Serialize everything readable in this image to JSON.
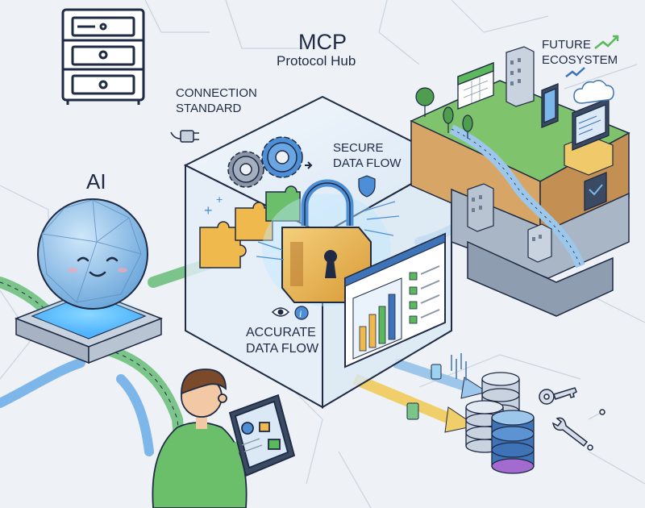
{
  "title": "MCP",
  "subtitle": "Protocol Hub",
  "labels": {
    "ai": "AI",
    "connection_1": "CONNECTION",
    "connection_2": "STANDARD",
    "secure_1": "SECURE",
    "secure_2": "DATA FLOW",
    "accurate_1": "ACCURATE",
    "accurate_2": "DATA FLOW",
    "future_1": "FUTURE",
    "future_2": "ECOSYSTEM"
  },
  "colors": {
    "background": "#eef2f6",
    "outline": "#1f2a44",
    "cube_glass": "#dfeaf6",
    "ai_sphere": "#8fc4ea",
    "ai_glow": "#4fb3ff",
    "cable_green": "#7cc58a",
    "cable_blue": "#7db6e8",
    "lock_gold": "#e8b04e",
    "gear_gray": "#8a96a8",
    "gear_blue": "#4d8fd6",
    "puzzle_gold": "#f0b94e",
    "puzzle_green": "#6cbf6a",
    "grass": "#7fc46d",
    "earth": "#d7a667",
    "database_blue": "#3f73b8",
    "chart_bar_gold": "#f0b94e",
    "chart_bar_green": "#5cb85c",
    "chart_bar_blue": "#3f73b8"
  },
  "icons": [
    "server-icon",
    "ai-sphere-icon",
    "plug-icon",
    "gear-icon",
    "puzzle-icon",
    "padlock-icon",
    "shield-icon",
    "eye-icon",
    "info-icon",
    "dashboard-icon",
    "tablet-icon",
    "person-icon",
    "database-icon",
    "key-icon",
    "wrench-icon",
    "calendar-icon",
    "building-icon",
    "tree-icon",
    "trend-arrow-icon",
    "cloud-icon",
    "phone-icon",
    "monitor-icon"
  ]
}
